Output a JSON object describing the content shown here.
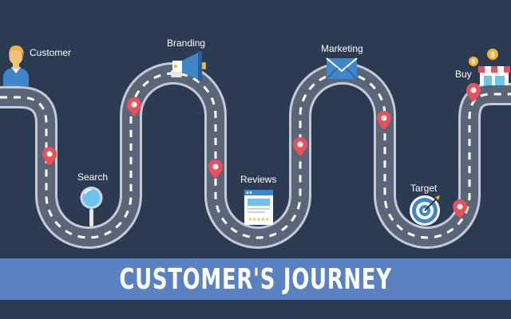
{
  "title": "CUSTOMER'S JOURNEY",
  "stages": [
    {
      "label": "Customer",
      "icon": "customer-avatar-icon"
    },
    {
      "label": "Search",
      "icon": "magnifier-icon"
    },
    {
      "label": "Branding",
      "icon": "megaphone-icon"
    },
    {
      "label": "Reviews",
      "icon": "review-page-icon"
    },
    {
      "label": "Marketing",
      "icon": "envelope-icon"
    },
    {
      "label": "Target",
      "icon": "target-icon"
    },
    {
      "label": "Buy",
      "icon": "shop-icon"
    }
  ],
  "colors": {
    "background": "#2c3a52",
    "road": "#5a6578",
    "road_edge": "#c4cbd6",
    "lane_mark": "#ffffff",
    "pin": "#e8505b",
    "banner": "#5b82c0",
    "text": "#ffffff"
  }
}
